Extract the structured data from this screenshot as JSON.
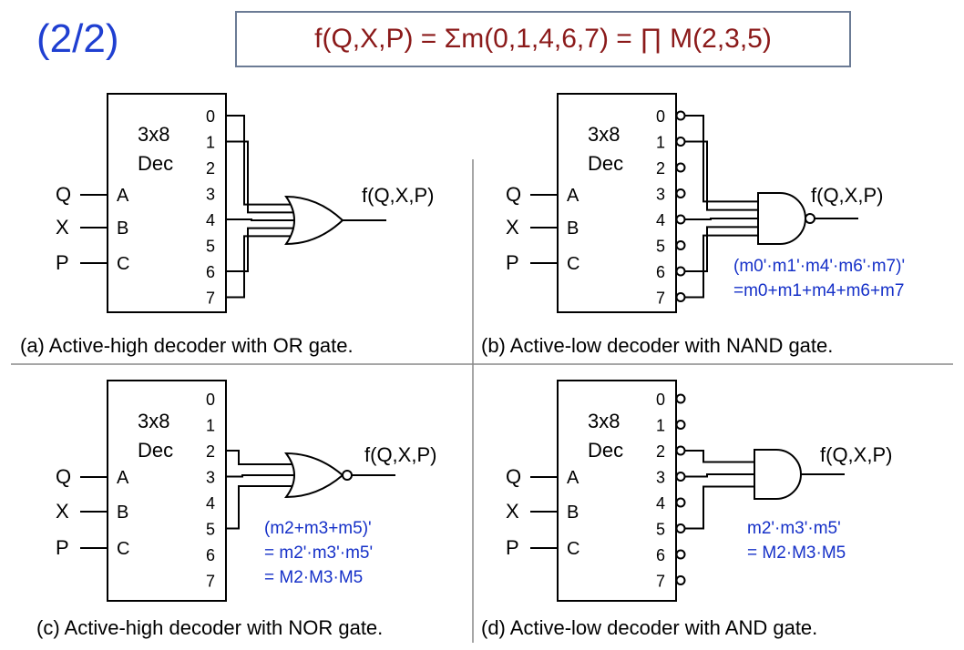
{
  "page_title": "(2/2)",
  "formula": "f(Q,X,P) = Σm(0,1,4,6,7) = ∏ M(2,3,5)",
  "decoder": {
    "size": "3x8",
    "type": "Dec",
    "inputs": [
      "A",
      "B",
      "C"
    ],
    "signals": [
      "Q",
      "X",
      "P"
    ],
    "outputs": [
      "0",
      "1",
      "2",
      "3",
      "4",
      "5",
      "6",
      "7"
    ]
  },
  "output_label": "f(Q,X,P)",
  "panels": {
    "a": {
      "caption": "(a) Active-high decoder with OR gate.",
      "gate": "or",
      "active_low": false
    },
    "b": {
      "caption": "(b) Active-low decoder with NAND gate.",
      "gate": "nand",
      "active_low": true,
      "note": [
        "(m0'·m1'·m4'·m6'·m7)'",
        "=m0+m1+m4+m6+m7"
      ]
    },
    "c": {
      "caption": "(c) Active-high decoder with NOR gate.",
      "gate": "nor",
      "active_low": false,
      "note": [
        "(m2+m3+m5)'",
        "= m2'·m3'·m5'",
        "= M2·M3·M5"
      ]
    },
    "d": {
      "caption": "(d) Active-low decoder with AND gate.",
      "gate": "and",
      "active_low": true,
      "note": [
        "m2'·m3'·m5'",
        "= M2·M3·M5"
      ]
    }
  }
}
